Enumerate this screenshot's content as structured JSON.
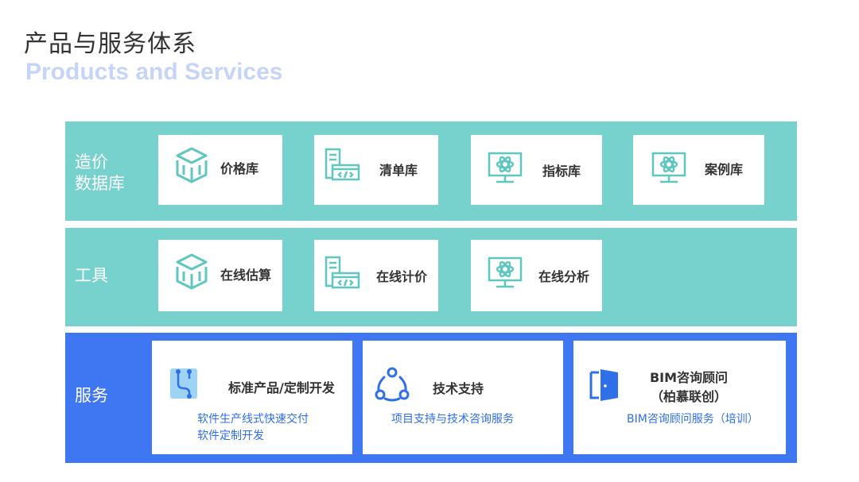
{
  "header": {
    "title_cn": "产品与服务体系",
    "title_en": "Products and Services"
  },
  "rows": {
    "database": {
      "label_line1": "造价",
      "label_line2": "数据库",
      "items": [
        {
          "name": "价格库",
          "icon": "cube-icon"
        },
        {
          "name": "清单库",
          "icon": "code-window-icon"
        },
        {
          "name": "指标库",
          "icon": "atom-monitor-icon"
        },
        {
          "name": "案例库",
          "icon": "atom-monitor-icon"
        }
      ]
    },
    "tools": {
      "label": "工具",
      "items": [
        {
          "name": "在线估算",
          "icon": "cube-icon"
        },
        {
          "name": "在线计价",
          "icon": "code-window-icon"
        },
        {
          "name": "在线分析",
          "icon": "atom-monitor-icon"
        }
      ]
    },
    "services": {
      "label": "服务",
      "items": [
        {
          "title": "标准产品/定制开发",
          "desc_line1": "软件生产线式快速交付",
          "desc_line2": "软件定制开发",
          "icon": "workflow-icon"
        },
        {
          "title": "技术支持",
          "desc_line1": "项目支持与技术咨询服务",
          "icon": "share-nodes-icon"
        },
        {
          "title_line1": "BIM咨询顾问",
          "title_line2": "（柏慕联创）",
          "desc_line1": "BIM咨询顾问服务（培训）",
          "icon": "door-icon"
        }
      ]
    }
  },
  "colors": {
    "teal_band": "#77d1cd",
    "blue_band": "#3f77f2",
    "icon_teal": "#5fc6c0",
    "accent_blue": "#2f6fe8",
    "title_en": "#c5d4f7"
  }
}
